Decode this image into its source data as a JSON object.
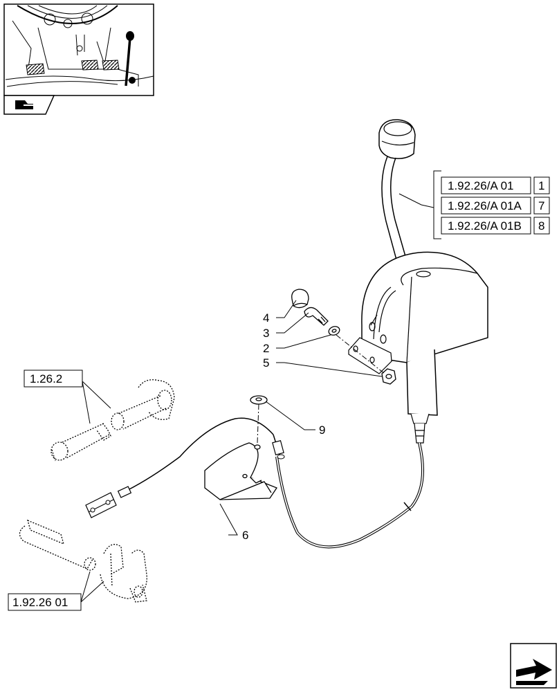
{
  "references": {
    "shift_lever_group": [
      {
        "code": "1.92.26/A 01",
        "index": "1"
      },
      {
        "code": "1.92.26/A 01A",
        "index": "7"
      },
      {
        "code": "1.92.26/A 01B",
        "index": "8"
      }
    ],
    "cylinder_group": "1.26.2",
    "fork_group": "1.92.26 01"
  },
  "callouts": [
    "4",
    "3",
    "2",
    "5",
    "9",
    "6"
  ]
}
